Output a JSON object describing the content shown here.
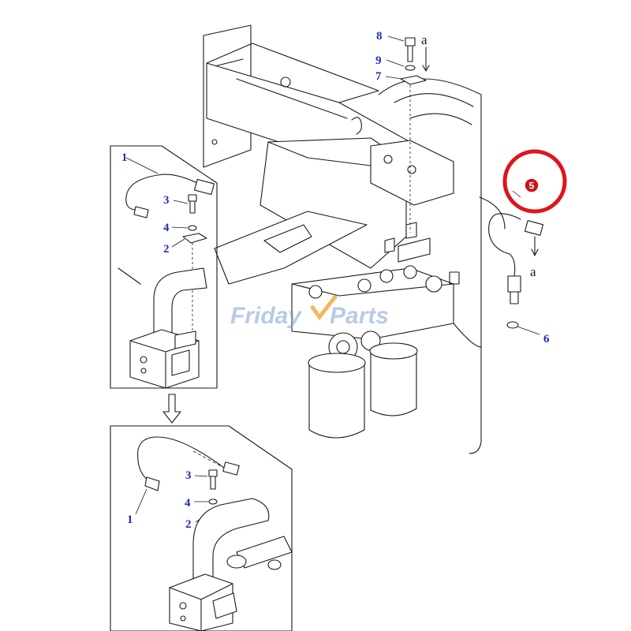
{
  "callouts": {
    "c8": "8",
    "c9": "9",
    "c7": "7",
    "top1": "1",
    "top3": "3",
    "top4": "4",
    "top2": "2",
    "bot3": "3",
    "bot4": "4",
    "bot1": "1",
    "bot2": "2",
    "c6": "6",
    "c5": "5"
  },
  "reference_letters": {
    "a_top": "a",
    "a_right": "a"
  },
  "watermark": {
    "part1": "Friday",
    "part2": "Parts"
  },
  "colors": {
    "callout": "#1f2fb8",
    "highlight_ring": "#e0141b",
    "badge": "#c8141b",
    "watermark": "#7f9fd6",
    "watermark_accent": "#f0a020"
  }
}
